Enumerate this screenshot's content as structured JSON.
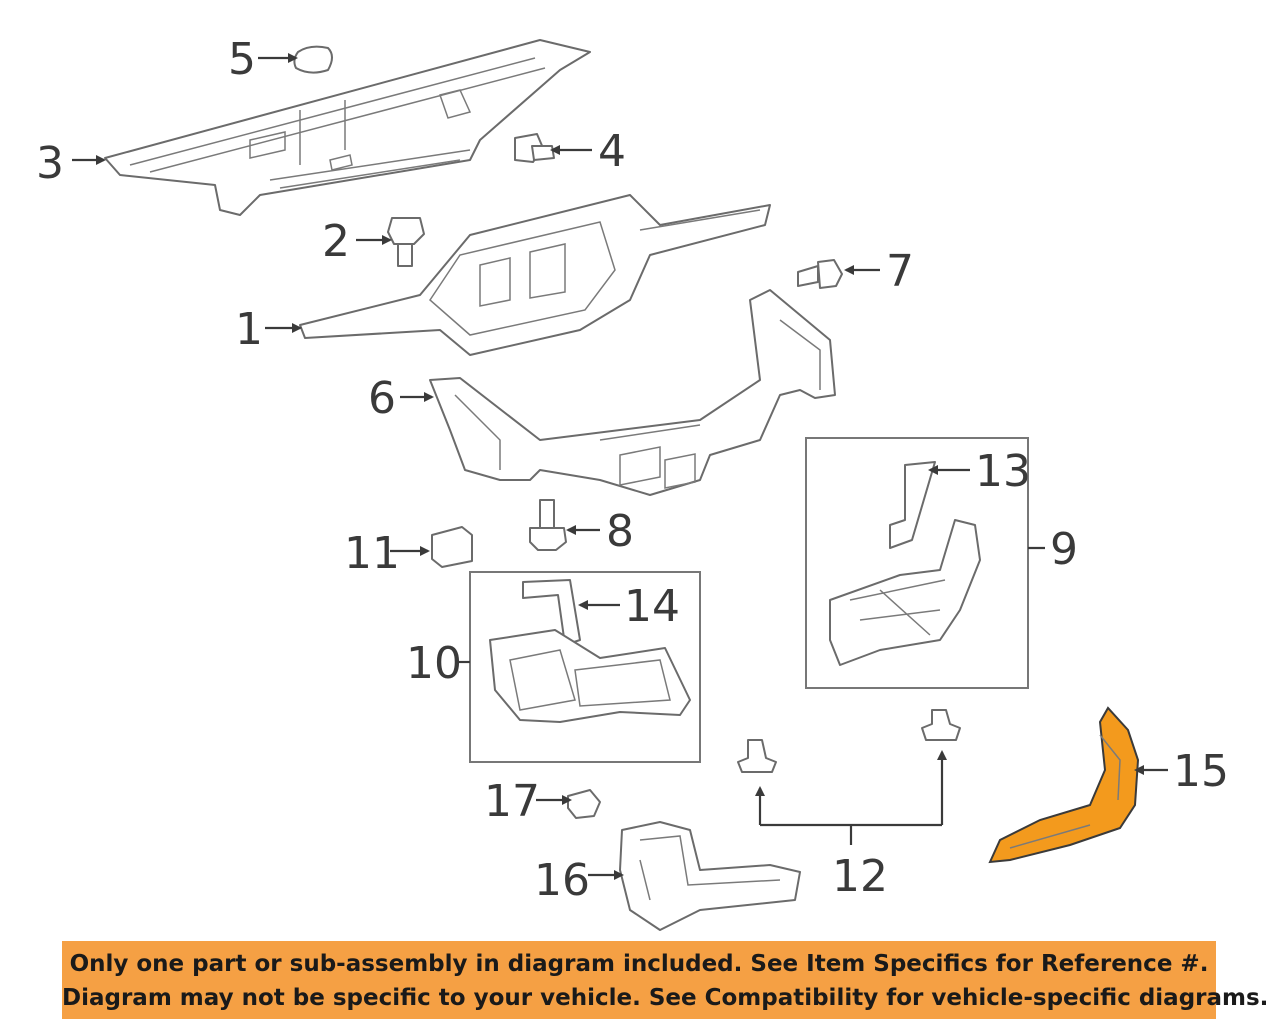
{
  "callouts": {
    "c1": "1",
    "c2": "2",
    "c3": "3",
    "c4": "4",
    "c5": "5",
    "c6": "6",
    "c7": "7",
    "c8": "8",
    "c9": "9",
    "c10": "10",
    "c11": "11",
    "c12": "12",
    "c13": "13",
    "c14": "14",
    "c15": "15",
    "c16": "16",
    "c17": "17"
  },
  "highlight_color": "#f39a1d",
  "disclaimer": {
    "line1": "Only one part or sub-assembly in diagram included. See Item Specifics for Reference #.",
    "line2": "Diagram may not be specific to your vehicle. See Compatibility for vehicle-specific diagrams.",
    "background": "#f5a044"
  }
}
